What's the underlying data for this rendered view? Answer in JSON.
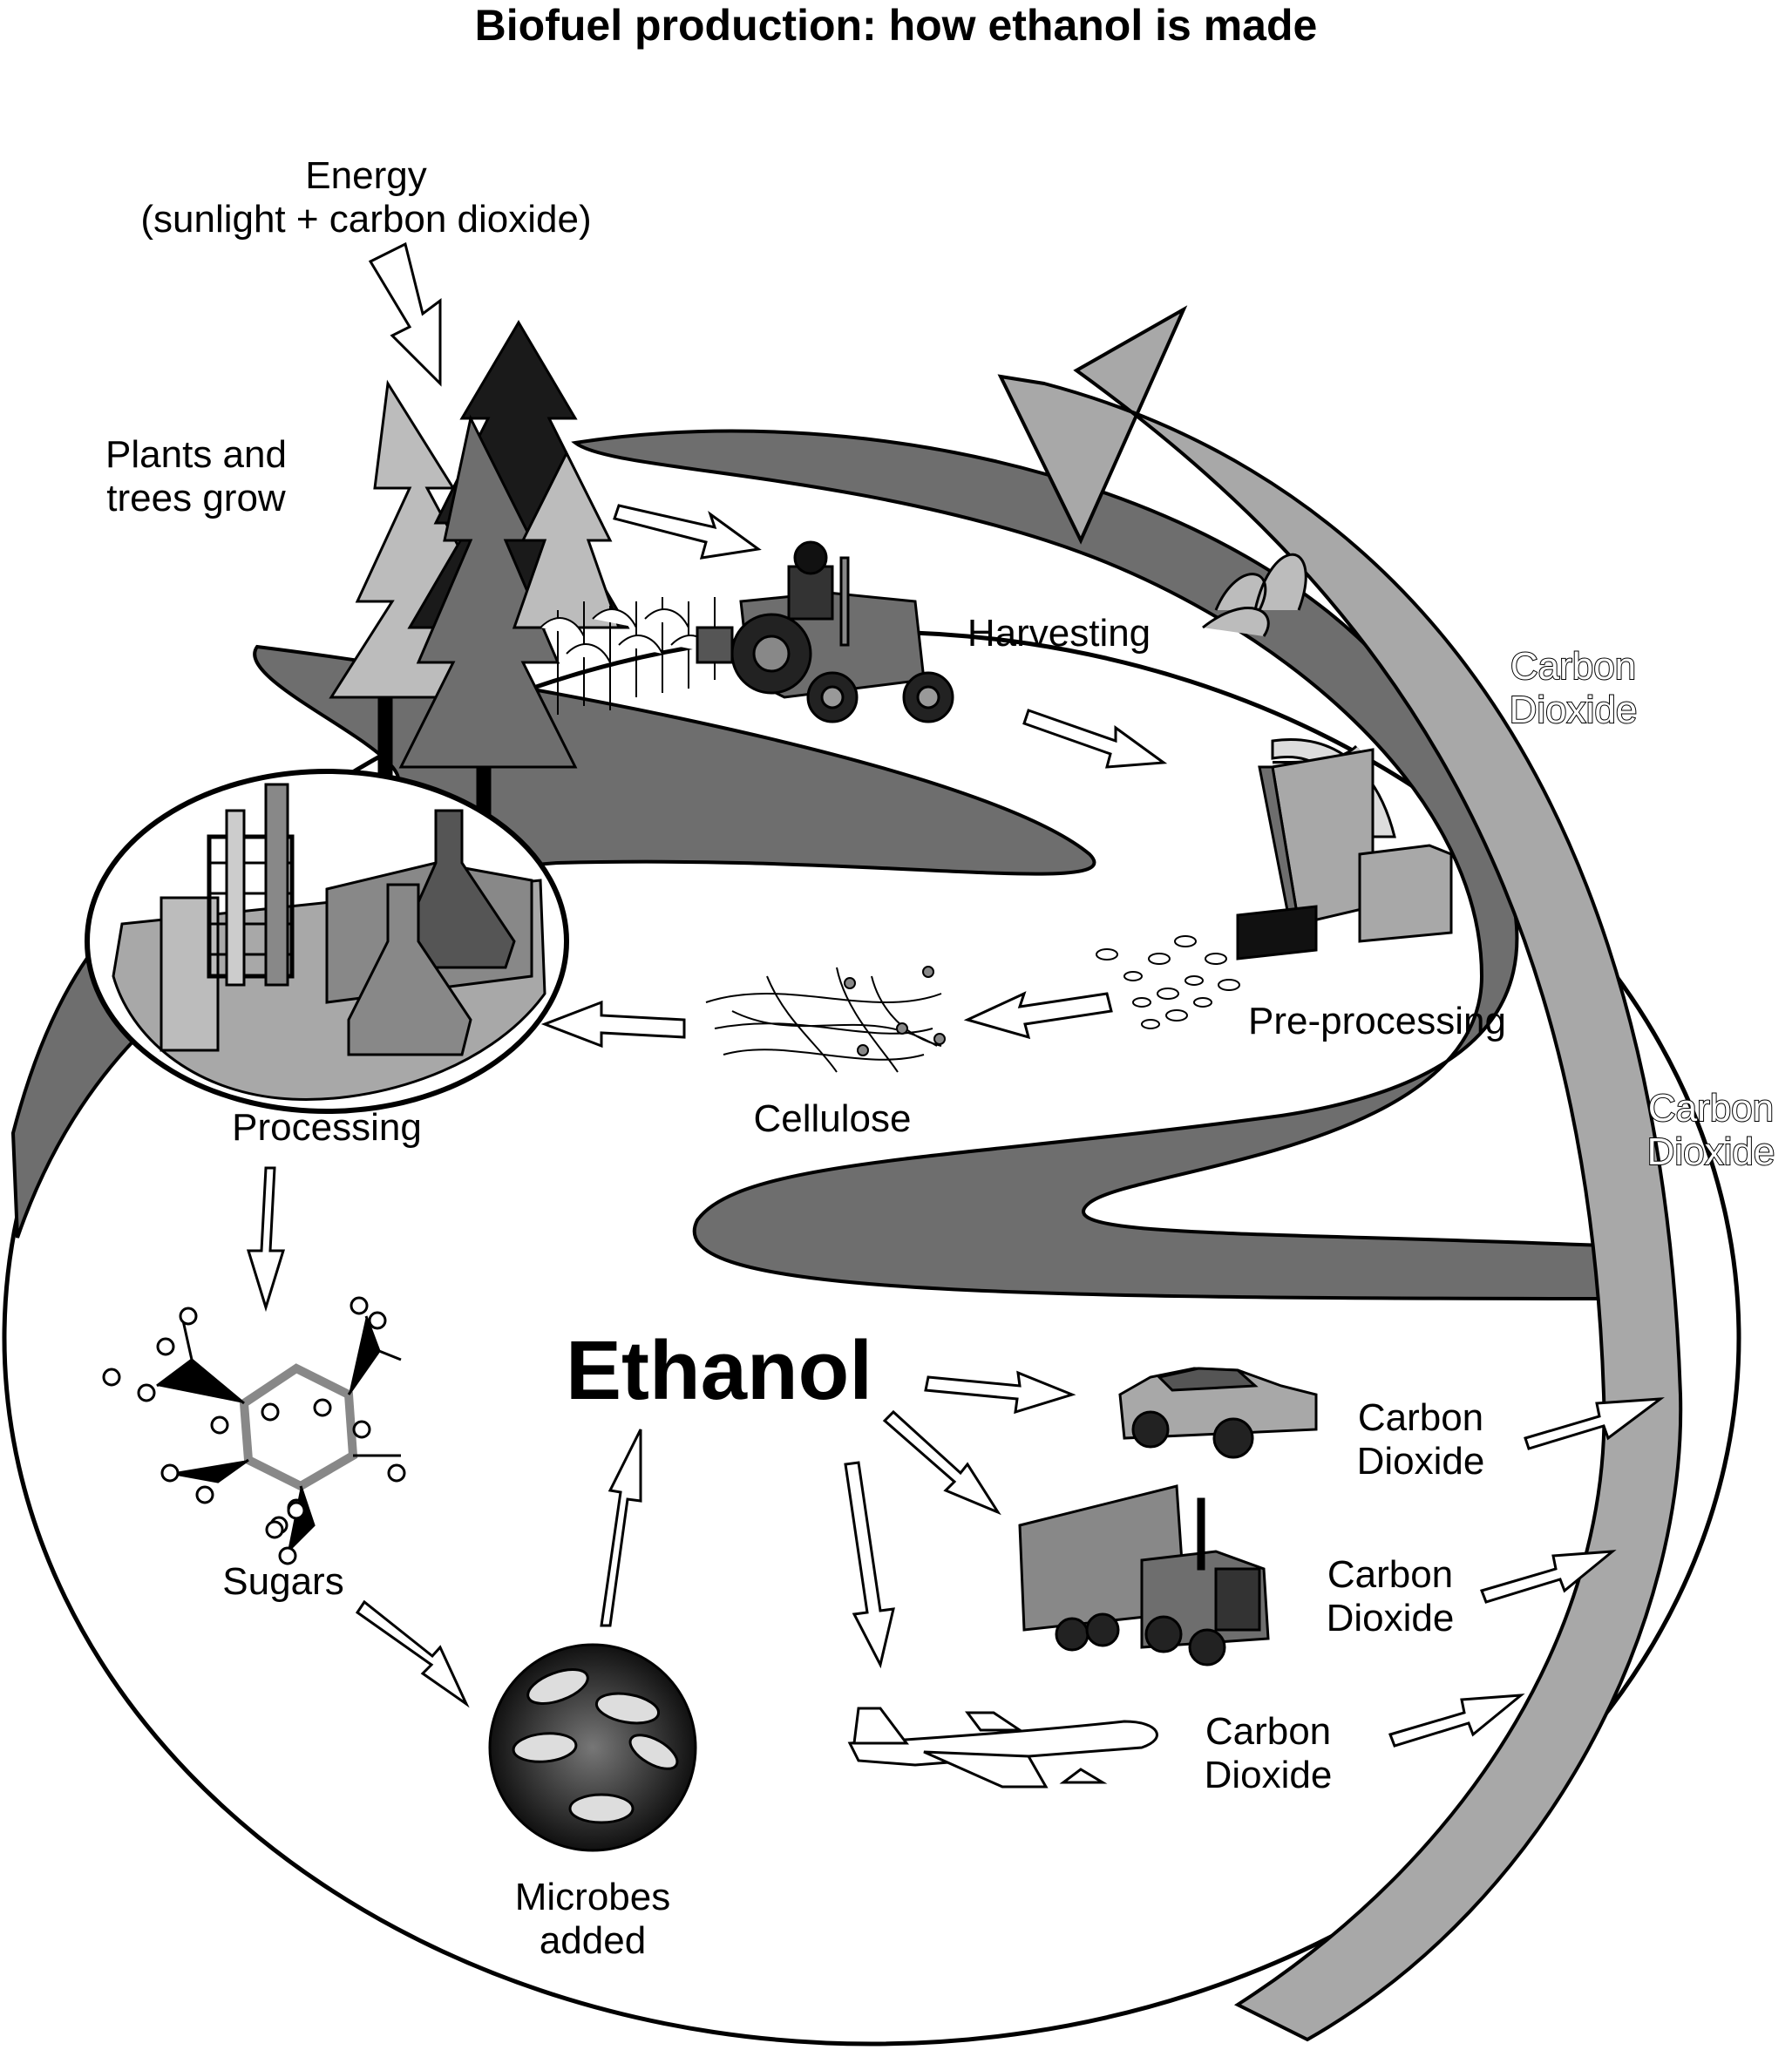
{
  "title": "Biofuel production: how ethanol is made",
  "labels": {
    "energy_line1": "Energy",
    "energy_line2": "(sunlight + carbon dioxide)",
    "plants_line1": "Plants and",
    "plants_line2": "trees grow",
    "harvesting": "Harvesting",
    "preprocessing": "Pre-processing",
    "cellulose": "Cellulose",
    "processing": "Processing",
    "sugars": "Sugars",
    "microbes_line1": "Microbes",
    "microbes_line2": "added",
    "ethanol": "Ethanol",
    "co2_line1": "Carbon",
    "co2_line2": "Dioxide"
  },
  "colors": {
    "ribbon_dark": "#6e6e6e",
    "ribbon_light": "#a8a8a8",
    "outline": "#000000",
    "background": "#ffffff"
  }
}
